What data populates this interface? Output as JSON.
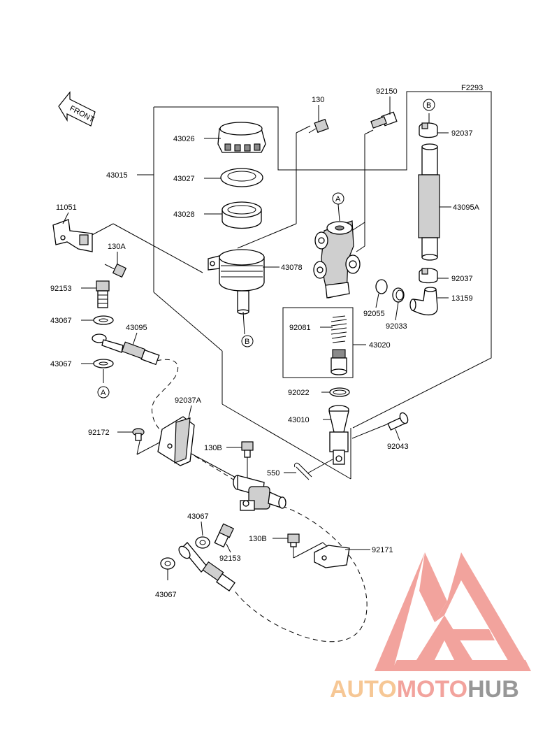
{
  "diagram": {
    "figure_code": "F2293",
    "front_label": "FRONT",
    "reference_markers": {
      "a": "A",
      "b": "B"
    },
    "callouts": {
      "c130": "130",
      "c92150": "92150",
      "c43026": "43026",
      "c43015": "43015",
      "c43027": "43027",
      "c43028": "43028",
      "c11051": "11051",
      "c130a": "130A",
      "c43078": "43078",
      "c92037_top": "92037",
      "c43095a": "43095A",
      "c92037_bottom": "92037",
      "c13159": "13159",
      "c92153_top": "92153",
      "c43067_1": "43067",
      "c43095": "43095",
      "c43067_2": "43067",
      "c92055": "92055",
      "c92033": "92033",
      "c92081": "92081",
      "c43020": "43020",
      "c92022": "92022",
      "c43010": "43010",
      "c92043": "92043",
      "c92037a": "92037A",
      "c92172": "92172",
      "c130b_1": "130B",
      "c550": "550",
      "c43067_3": "43067",
      "c130b_2": "130B",
      "c92153_bottom": "92153",
      "c92171": "92171",
      "c43067_4": "43067"
    }
  },
  "watermark": {
    "text_part1": "AUTO",
    "text_part2": "MOTO",
    "text_part3": "HUB",
    "color_red": "#f19a93",
    "color_orange": "#f6c28a",
    "color_grey": "#8c8c8c"
  }
}
